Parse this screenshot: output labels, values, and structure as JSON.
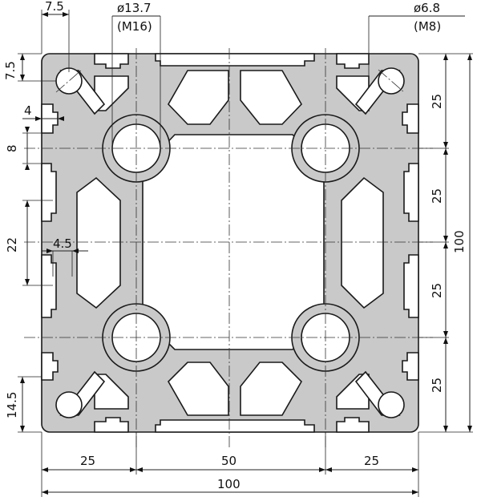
{
  "labels": {
    "top_left_width": "7.5",
    "left_top_offset": "7.5",
    "core_hole_diameter": "ø13.7",
    "core_hole_thread": "(M16)",
    "corner_hole_diameter": "ø6.8",
    "corner_hole_thread": "(M8)",
    "slot_wall": "4",
    "slot_depth": "8",
    "slot_width": "22",
    "slot_opening": "4.5",
    "bottom_corner_offset": "14.5",
    "pitch_1": "25",
    "pitch_2": "25",
    "pitch_3": "25",
    "pitch_4": "25",
    "overall_height": "100",
    "bottom_left_pitch": "25",
    "bottom_mid_pitch": "50",
    "bottom_right_pitch": "25",
    "overall_width": "100"
  },
  "colors": {
    "profile_fill": "#c9c9c9",
    "line": "#1a1a1a"
  }
}
